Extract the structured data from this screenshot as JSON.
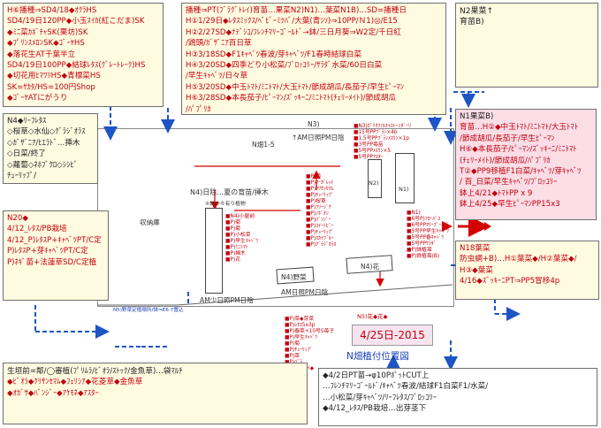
{
  "box_top_left": {
    "lines": [
      {
        "c": "red",
        "t": "H⑥播種⇒SD4/18◆ｵｸﾗHS"
      },
      {
        "c": "red",
        "t": "SD4/19日120PP◆小玉ｽｲｶ(紅こだま)SK"
      },
      {
        "c": "red",
        "t": "◆ﾐﾆ菜ｶﾎﾞﾁｬSK(栗坊)SK"
      },
      {
        "c": "red",
        "t": "◆ﾌﾟﾘﾝｽﾒﾛﾝSK◆ｺﾞｰﾔHS"
      },
      {
        "c": "red",
        "t": "◆落花生AT千葉半立"
      },
      {
        "c": "red",
        "t": "SD4/19日100PP◆結球ﾚﾀｽ(ｸﾞﾚｰﾄﾚｰｸ)HS"
      },
      {
        "c": "red",
        "t": "◆切花用ﾋﾏﾜﾘHS◆青標菜HS"
      },
      {
        "c": "red",
        "t": "SK=ｻｶﾀ/HS=100円Shop"
      },
      {
        "c": "red",
        "t": "◆ｺﾞｰﾔATにがうり"
      }
    ]
  },
  "box_top_middle": {
    "lines": [
      {
        "c": "red",
        "t": "播種⇒PT(ﾌﾞﾗｸﾞﾄﾚｲ)育苗…果菜N2)N1)…葉菜N1B)…SD=播種日"
      },
      {
        "c": "red",
        "t": "H①1/29日◆ﾚﾀｽﾐｯｸｽ/ﾍﾞﾋﾞｰﾐﾂﾊﾞ/大葉(青ｼｿ)⇒10PP/Ｎ1)◎/E15"
      },
      {
        "c": "red",
        "t": "H②2/27SD◆ﾅﾃﾞｼｺ/ﾌﾚﾝﾁﾏﾘｰｺﾞｰﾙﾄﾞ→鉢/三日月葵⇒W2定/千日紅"
      },
      {
        "c": "red",
        "t": "/鶏頭/ｶﾞｻﾞﾆｱ百日草"
      },
      {
        "c": "red",
        "t": "H③3/18SD◆F1ｷｬﾍﾞﾂ春波/芽ｷｬﾍﾞﾂ/F1春時結球白菜"
      },
      {
        "c": "red",
        "t": "H④3/20SD◆四季どり小松菜/ﾌﾞﾛｯｺﾘｰ/ｻﾗﾀﾞ水菜/60日白菜"
      },
      {
        "c": "red",
        "t": "/早生ｷｬﾍﾞﾂ/日々草"
      },
      {
        "c": "red",
        "t": "H⑤3/20SD◆中玉ﾄﾏﾄ/ﾐﾆﾄﾏﾄ/大玉ﾄﾏﾄ/節成胡瓜/長茄子/早生ﾋﾟｰﾏﾝ"
      },
      {
        "c": "red",
        "t": "H⑥3/28SD◆本長茄子/ﾋﾟｰﾏﾝ/ｽﾞｯｷｰﾆ/ﾐﾆﾄﾏﾄ(ﾁｪﾘｰﾒｲﾄ)/節成胡瓜"
      },
      {
        "c": "red",
        "t": "/ﾊﾟﾌﾟﾘｶ"
      }
    ]
  },
  "box_top_right": {
    "lines": [
      {
        "c": "blk",
        "t": "N2果菜↑"
      },
      {
        "c": "blk",
        "t": "育苗B)"
      }
    ]
  },
  "box_n4": {
    "lines": [
      {
        "c": "blk",
        "t": "N4◆ﾘｰﾌﾚﾀｽ"
      },
      {
        "c": "blk",
        "t": "◇桜草◇水仙◇ｸﾞﾗｼﾞｵﾗｽ"
      },
      {
        "c": "blk",
        "t": "◇ｶﾞｻﾞﾆｱ/ﾋｴﾗﾄﾞ…挿木"
      },
      {
        "c": "blk",
        "t": "◇日菜/終了"
      },
      {
        "c": "blk",
        "t": "◇蘿蔔◇ﾈﾎﾌﾞｸﾛ◇ｼｼﾋﾞ"
      },
      {
        "c": "blk",
        "t": "ﾁｭｰﾘｯﾌﾟ/"
      }
    ]
  },
  "box_n1": {
    "lines": [
      {
        "c": "blk",
        "t": "N1果菜B)"
      },
      {
        "c": "red",
        "t": "育苗…H②◆中玉ﾄﾏﾄ/ﾐﾆﾄﾏﾄ/大玉ﾄﾏﾄ"
      },
      {
        "c": "red",
        "t": "/節成胡瓜/長茄子/早生ﾋﾟｰﾏﾝ"
      },
      {
        "c": "red",
        "t": "H⑥◆本長茄子/ﾋﾟｰﾏﾝ/ｽﾞｯｷｰﾆ/ﾐﾆﾄﾏﾄ"
      },
      {
        "c": "red",
        "t": "(ﾁｪﾘｰﾒｲﾄ)/節成胡瓜/ﾊﾟﾌﾟﾘｶ"
      },
      {
        "c": "red",
        "t": "T②◆PP9移植F1白菜/ｷｬﾍﾞﾂ/芽ｷｬﾍﾞﾂ"
      },
      {
        "c": "red",
        "t": "/ 百_日菜/早生ｷｬﾍﾞﾂ/ﾌﾞﾛｯｺﾘｰ"
      },
      {
        "c": "red",
        "t": "鉢上4/21◆ﾄﾏﾄPP x 9"
      },
      {
        "c": "red",
        "t": "鉢上4/25◆早生ﾋﾟｰﾏﾝPP15x3"
      }
    ]
  },
  "box_n20": {
    "lines": [
      {
        "c": "red",
        "t": "N20◆"
      },
      {
        "c": "red",
        "t": "4/12_ﾚﾀｽ/PB栽培"
      },
      {
        "c": "red",
        "t": "4/12_P)ﾚﾀｽP+ｷｬﾍﾞﾂPT/C定"
      },
      {
        "c": "red",
        "t": "P)ﾚﾀｽP+芽ｷｬﾍﾞﾂPT/C定"
      },
      {
        "c": "red",
        "t": "P)ﾈｷﾞ苗+法蓮草SD/C定植"
      }
    ]
  },
  "box_n18": {
    "lines": [
      {
        "c": "red",
        "t": "N18葉菜"
      },
      {
        "c": "red",
        "t": "防虫網+B)…H①葉菜◆/H②葉菜◆/"
      },
      {
        "c": "red",
        "t": "H③◆葉菜"
      },
      {
        "c": "red",
        "t": "4/16◆ｽﾞｯｷｰﾆPT⇒PP5冒移4p"
      }
    ]
  },
  "box_bottom_left": {
    "lines": [
      {
        "c": "blk",
        "t": "生垣前=鄰/◯審植(ﾌﾟﾘﾑﾗ/ﾋﾞｵﾗ/ｽﾄｯｸ/金魚草)…袋ﾏﾙﾁ"
      },
      {
        "c": "red",
        "t": "◆ﾋﾞｵﾗ◆ｸﾘｻﾝｾﾏﾑ◆ﾌｪﾘｼｱ◆花菱草◆金魚草"
      },
      {
        "c": "red",
        "t": "◆ｵｶﾞｻ◆ﾊﾞﾝｼﾞｰ◆ｱｹﾓﾈ◆ｱｽﾀｰ"
      }
    ]
  },
  "box_bottom_right": {
    "lines": [
      {
        "c": "blk",
        "t": "◆4/2日PT苗→φ10PﾎﾟｯﾄCUT上"
      },
      {
        "c": "blk",
        "t": "…ﾌﾚﾝﾁﾏﾘｰｺﾞｰﾙﾄﾞ/ｷｬﾍﾞﾂ春波/結球F1白菜F1/水菜/"
      },
      {
        "c": "blk",
        "t": "…小松菜/芽ｷｬﾍﾞﾂ/ﾘｰﾌﾚﾀｽ/ﾌﾞﾛｯｺﾘｰ"
      },
      {
        "c": "blk",
        "t": "◆4/12_ﾚﾀｽ/PB栽培…出芽茎下"
      }
    ]
  },
  "field": {
    "n3_label": "N3)",
    "n3_sub": "↑AM日照PM日陰",
    "n4_label": "N4)日除…夏の育苗/挿木",
    "n4_sub": "④鉢少々有り植物",
    "shed_label": "収納庫",
    "n4_veg_label": "N4)野菜",
    "n4_flower_label": "N4)花",
    "am_pm_bottom": "AM日照PM日陰",
    "am_pm_left": "AM少日照PM日陰",
    "n2": "N2)",
    "n1": "N1)",
    "n5": "N5)花◆花◆",
    "n5_left": "N5)野菜定植場所/鉢⇒E6-7置込",
    "n5_veg": "■N5)果◆野菜",
    "center_n": "N畑1-5"
  },
  "field_left_small": [
    "■N4)小屋前",
    "■P)菊",
    "■P)菊",
    "■P)小松菜",
    "■P)早生ｷｬﾍﾞﾂ",
    "■P)ﾐﾆﾄﾏﾄ",
    "■P)挿木",
    "■P)花"
  ],
  "field_n3_small": [
    "■N3)ｶﾞﾘｵﾌｧﾙｷｬｽﾄｰﾝﾀﾞｰﾘ",
    "■15号PPﾌﾞﾗﾝ×4b",
    "■1.5号PPﾌﾞﾗﾝﾒｽﾘﾝ×1p",
    "■3号PP苺苗",
    "■5号PPﾒｽﾘﾝ×5",
    "■5号PPｱｽﾀｰ"
  ],
  "field_mid_small": [
    "■P)菊",
    "■P)ﾏｰｶﾞﾚｯﾄ",
    "■P)ｸﾘｻﾝｾﾏﾑ",
    "■P)ﾁｭｰﾘｯﾌﾟ",
    "■P)桜草",
    "■P)ﾌﾘｰｼﾞｱ",
    "■P)ﾉﾎﾞﾀﾝ",
    "■P)ﾊﾟﾝｼﾞｰ",
    "■P)ｽｲｰﾄﾋﾟｰ",
    "■P)ﾁｭｰﾘｯﾌﾟ",
    "■P)ｽｶｲﾌﾞﾙｰ",
    "■P)ｸﾞﾗｼﾞｵﾗｽ"
  ],
  "field_right_small": [
    "■N1)",
    "■6号P)ﾌﾛｰﾊﾞｽ",
    "■6号PPﾏﾘｰｺﾞｰﾙﾄﾞ",
    "■5号PP早生ｷｬﾍﾞﾂ",
    "■5号PP春ｷｬﾍﾞﾂ",
    "■5号PPｻﾗﾀﾞ",
    "■P)鉢植苺",
    "■P)鉄植苺(B)"
  ],
  "field_bottom_small": [
    "■P)菜◆芽菜",
    "■P)ﾚﾀｽ5x3p",
    "■P)春菜+10号S苺子",
    "■P)早生ｷｬﾍﾞﾂ",
    "■P)菊",
    "■P)ﾁｭｰﾘｯﾌﾟ",
    "■P)菜",
    "■P)ﾊﾞﾗ",
    "■P)ﾘｸﾞｶﾞｲ◆"
  ],
  "date_label": "4/25日-2015",
  "caption": "N畑植付位置図"
}
